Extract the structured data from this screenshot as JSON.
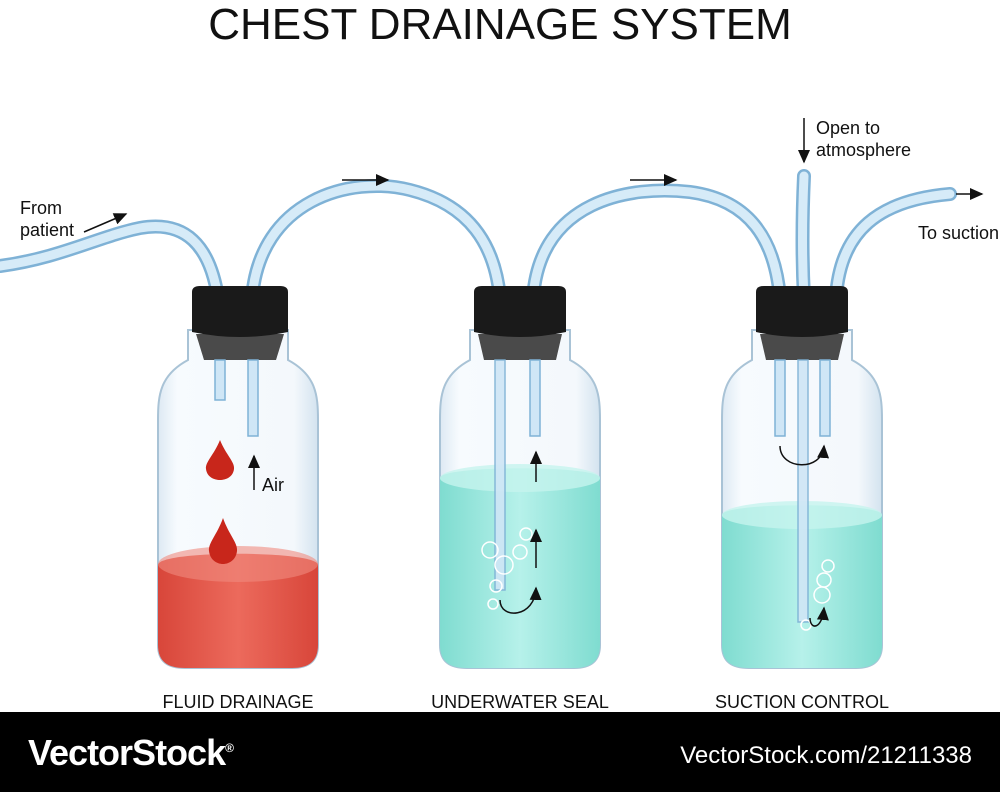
{
  "title": "CHEST DRAINAGE SYSTEM",
  "labels": {
    "from_patient_line1": "From",
    "from_patient_line2": "patient",
    "open_line1": "Open to",
    "open_line2": "atmosphere",
    "to_suction": "To suction",
    "air": "Air"
  },
  "bottles": [
    {
      "caption": "FLUID DRAINAGE",
      "fill_color": "#e5574a"
    },
    {
      "caption": "UNDERWATER SEAL",
      "fill_color": "#8fe6dc"
    },
    {
      "caption": "SUCTION CONTROL",
      "fill_color": "#9fe9e0"
    }
  ],
  "colors": {
    "tube": "#cfe6f6",
    "tube_edge": "#7fb2d6",
    "stopper": "#1a1a1a",
    "glass_edge": "#a9c3d6"
  },
  "footer": {
    "brand": "VectorStock",
    "reg": "®",
    "url": "VectorStock.com/21211338"
  }
}
